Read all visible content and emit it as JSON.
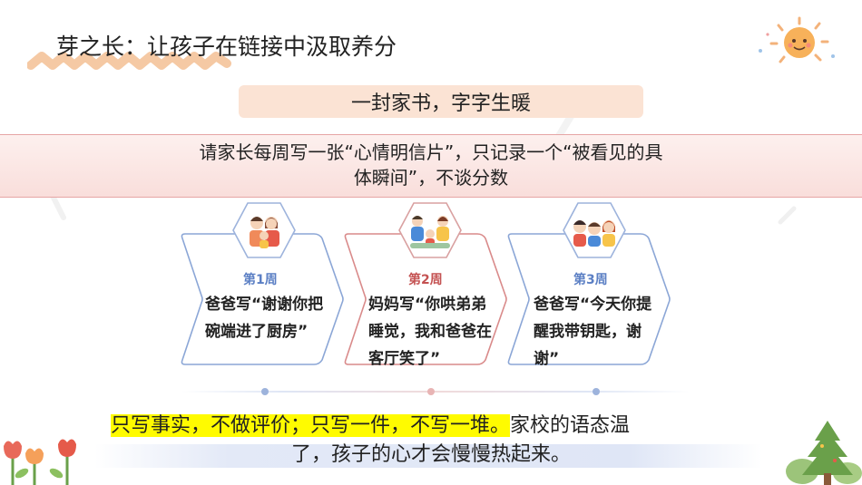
{
  "title": "芽之长：让孩子在链接中汲取养分",
  "subtitle": "一封家书，字字生暖",
  "band": {
    "line1": "请家长每周写一张“心情明信片”，只记录一个“被看见的具",
    "line2": "体瞬间”，不谈分数"
  },
  "cards": [
    {
      "week": "第1周",
      "text": "爸爸写“谢谢你把碗端进了厨房”",
      "color": "#5b7fc4"
    },
    {
      "week": "第2周",
      "text": "妈妈写“你哄弟弟睡觉，我和爸爸在客厅笑了”",
      "color": "#c45252"
    },
    {
      "week": "第3周",
      "text": "爸爸写“今天你提醒我带钥匙，谢谢”",
      "color": "#5b7fc4"
    }
  ],
  "bottom": {
    "highlight": "只写事实，不做评价；只写一件，不写一堆。",
    "rest": "家校的语态温",
    "line2": "了，孩子的心才会慢慢热起来。"
  },
  "colors": {
    "blue_accent": "#5b7fc4",
    "red_accent": "#c45252",
    "band_pink": "#f9dedb",
    "subtitle_bg": "#fbe3d4",
    "highlight": "#fffb00"
  },
  "icons": [
    "sun-icon",
    "family-icon",
    "tree-icon",
    "flower-icon"
  ]
}
